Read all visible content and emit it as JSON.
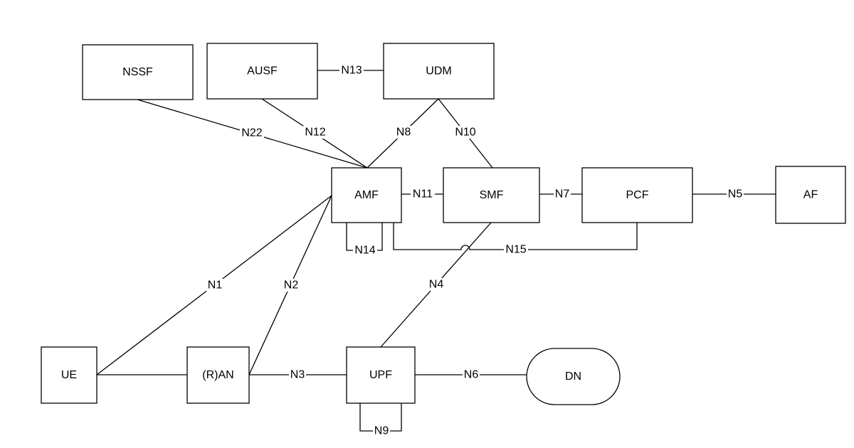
{
  "nodes": {
    "nssf": "NSSF",
    "ausf": "AUSF",
    "udm": "UDM",
    "amf": "AMF",
    "smf": "SMF",
    "pcf": "PCF",
    "af": "AF",
    "ue": "UE",
    "ran": "(R)AN",
    "upf": "UPF",
    "dn": "DN"
  },
  "interfaces": {
    "n13": "N13",
    "n22": "N22",
    "n12": "N12",
    "n8": "N8",
    "n10": "N10",
    "n11": "N11",
    "n7": "N7",
    "n5": "N5",
    "n14": "N14",
    "n15": "N15",
    "n1": "N1",
    "n2": "N2",
    "n4": "N4",
    "n3": "N3",
    "n6": "N6",
    "n9": "N9"
  },
  "colors": {
    "line": "#000000",
    "fill": "#ffffff",
    "text": "#000000"
  }
}
